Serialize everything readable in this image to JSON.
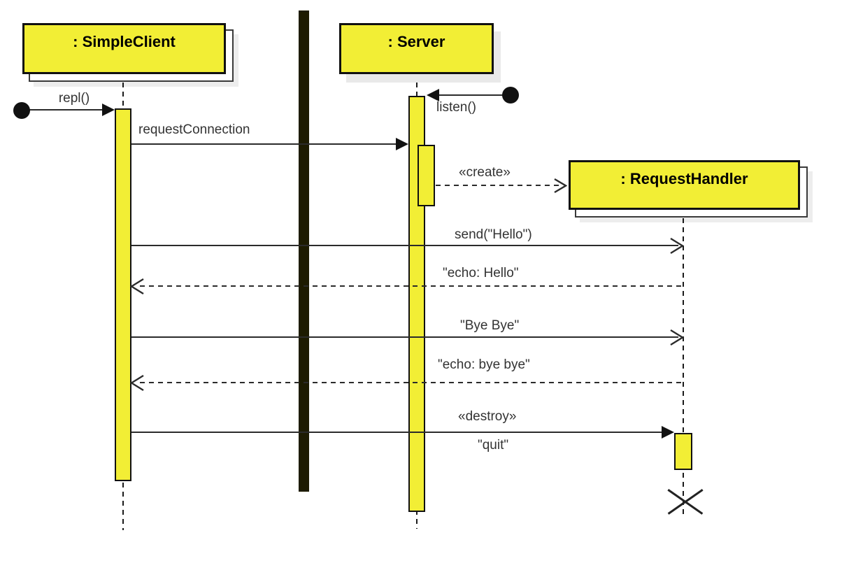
{
  "diagram": {
    "type": "uml-sequence-diagram",
    "background_color": "#ffffff",
    "colors": {
      "object_fill": "#f2ee35",
      "object_border": "#111111",
      "partition_bar": "#1d1b01",
      "message_line": "#2b2b2b",
      "label_text": "#333333"
    },
    "objects": [
      {
        "name": "simpleclient",
        "label": ": SimpleClient",
        "stacked_box": true
      },
      {
        "name": "server",
        "label": ": Server",
        "stacked_box": false
      },
      {
        "name": "requesthandler",
        "label": ": RequestHandler",
        "stacked_box": true
      }
    ],
    "messages": [
      {
        "label": "repl()",
        "kind": "found-message-sync",
        "from": "start-circle",
        "to": "simpleclient"
      },
      {
        "label": "listen()",
        "kind": "found-message-sync",
        "from": "start-circle",
        "to": "server"
      },
      {
        "label": "requestConnection",
        "kind": "sync-call",
        "from": "simpleclient",
        "to": "server"
      },
      {
        "label": "«create»",
        "kind": "create-dashed",
        "from": "server",
        "to": "requesthandler"
      },
      {
        "label": "send(\"Hello\")",
        "kind": "async-call",
        "from": "simpleclient",
        "to": "requesthandler"
      },
      {
        "label": "\"echo: Hello\"",
        "kind": "reply-dashed",
        "from": "requesthandler",
        "to": "simpleclient"
      },
      {
        "label": "\"Bye Bye\"",
        "kind": "async-call",
        "from": "simpleclient",
        "to": "requesthandler"
      },
      {
        "label": "\"echo: bye bye\"",
        "kind": "reply-dashed",
        "from": "requesthandler",
        "to": "simpleclient"
      },
      {
        "label": "«destroy»",
        "sub_label": "\"quit\"",
        "kind": "sync-destroy",
        "from": "simpleclient",
        "to": "requesthandler"
      }
    ],
    "other_elements": [
      "thick-black-partition-bar",
      "destruction-cross-on-requesthandler-lifeline"
    ]
  }
}
